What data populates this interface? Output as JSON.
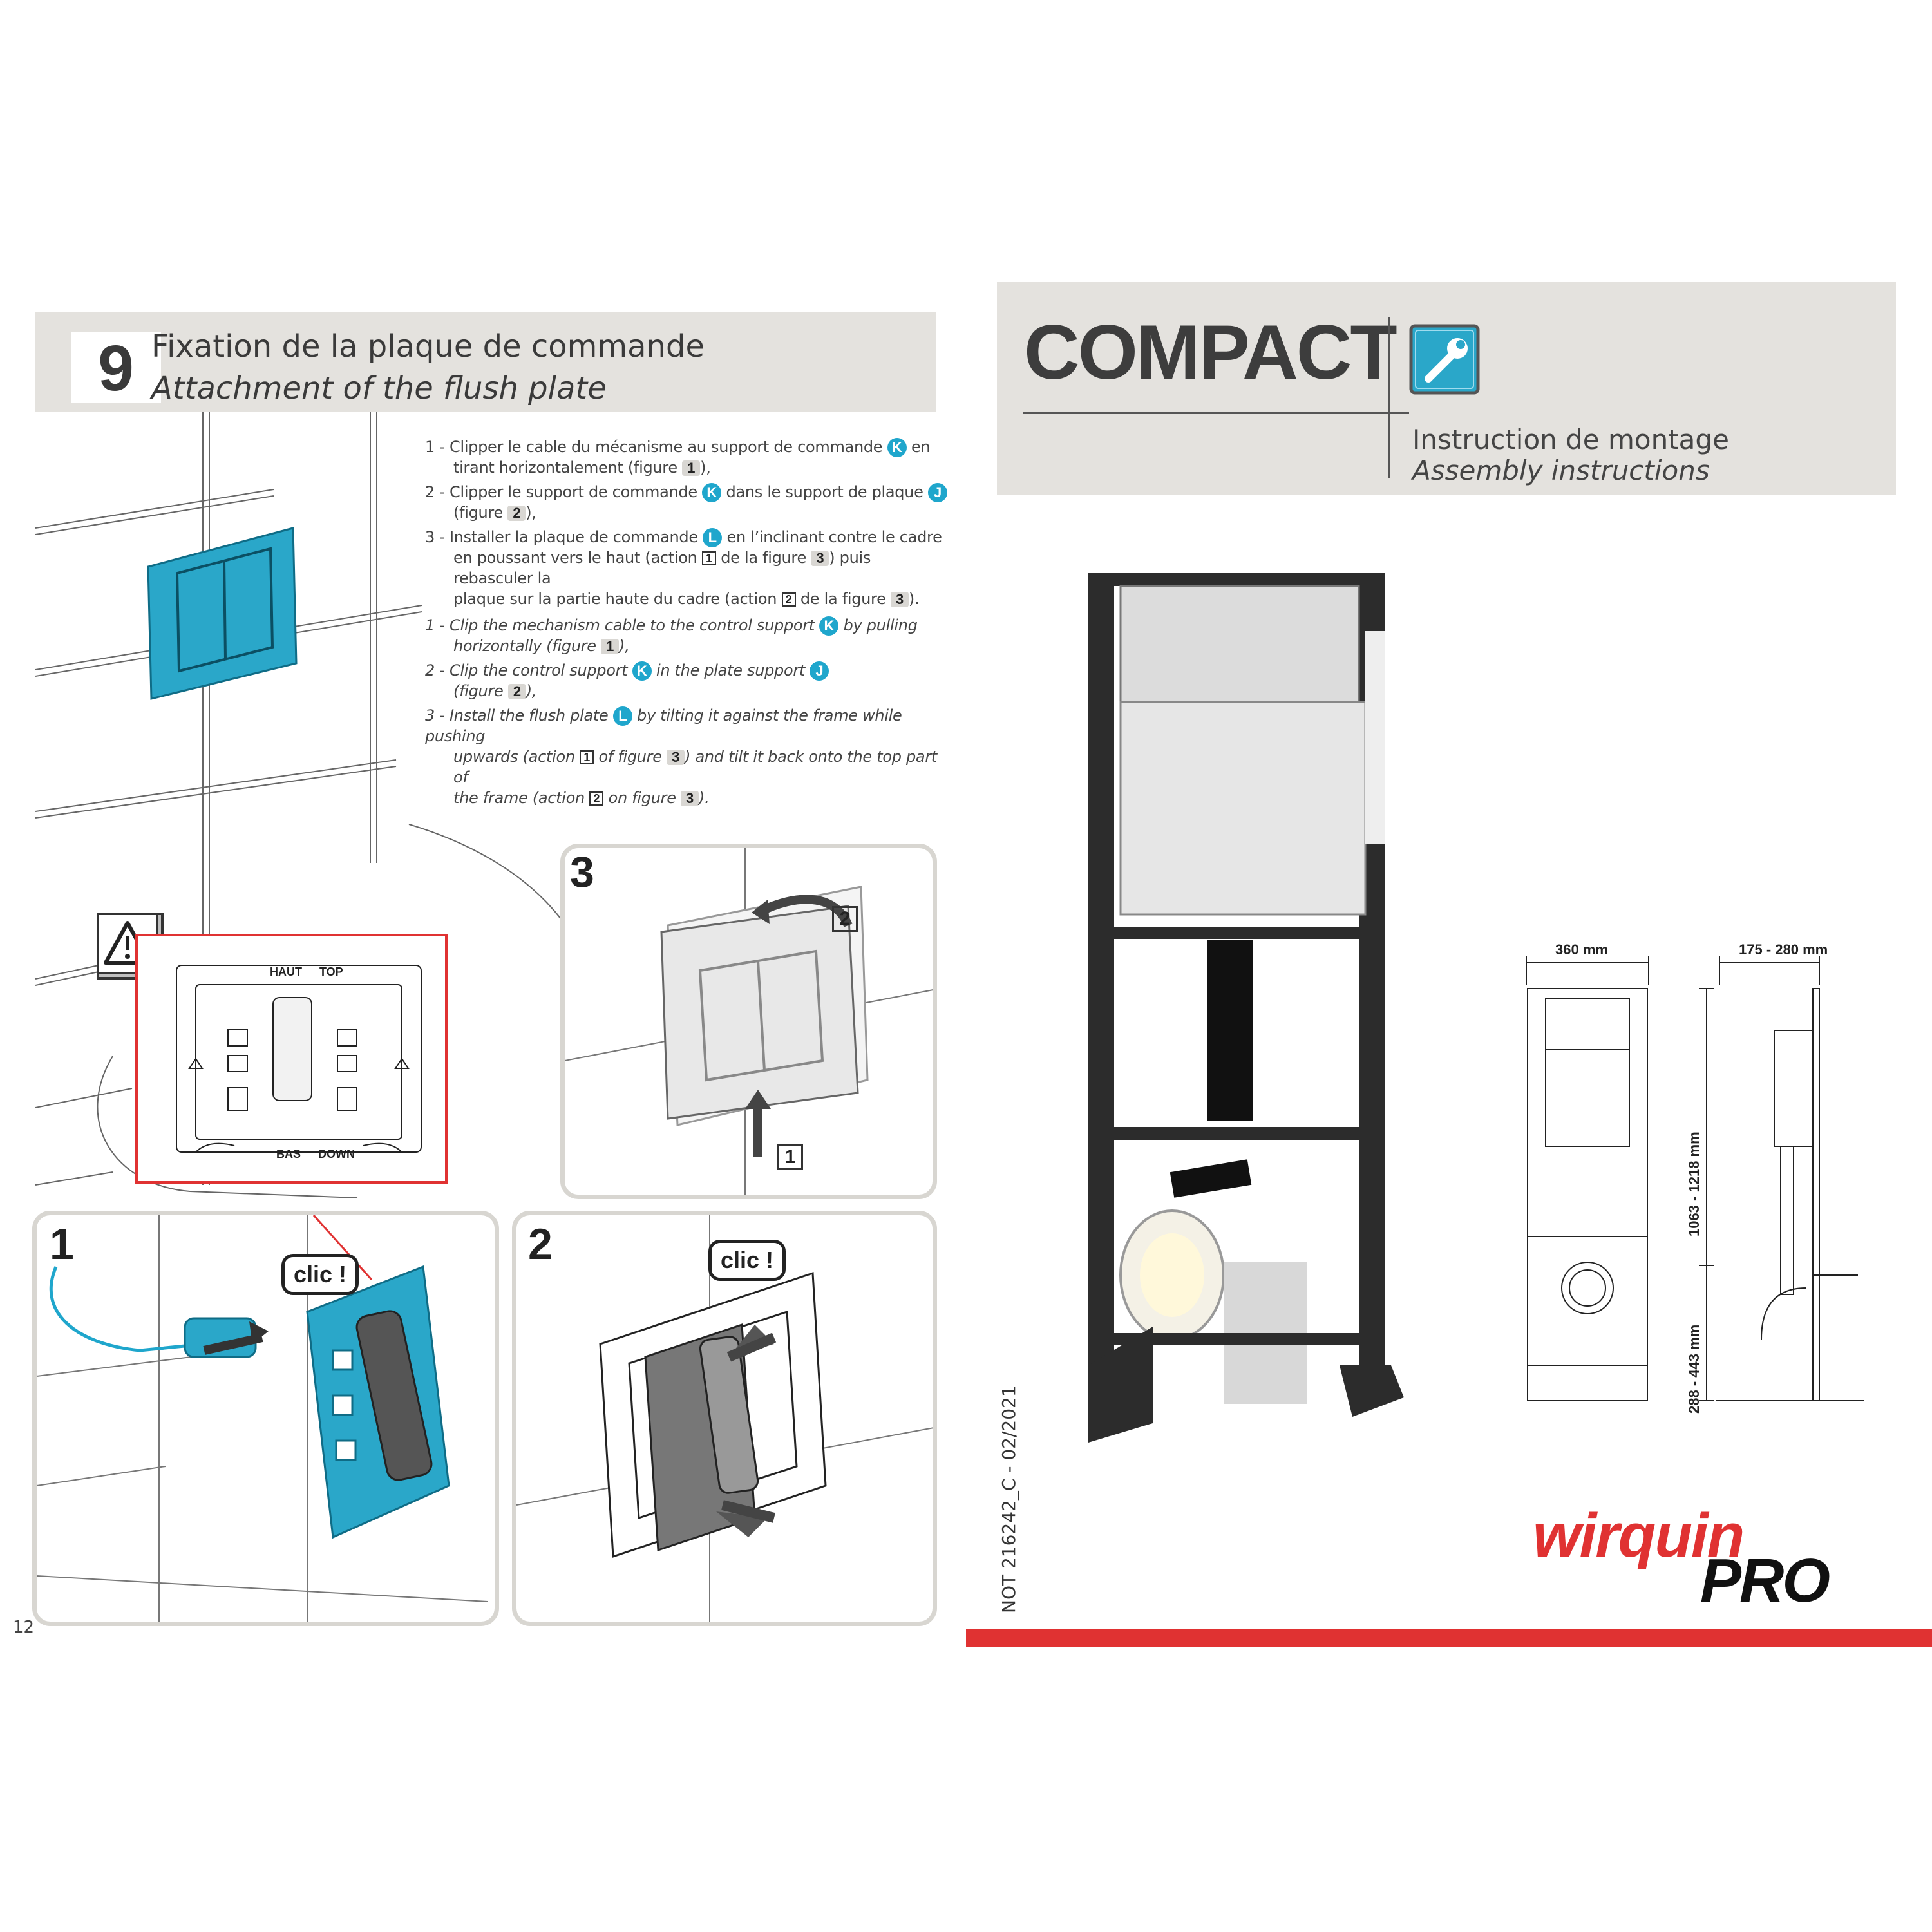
{
  "step": {
    "number": "9",
    "title_fr": "Fixation de la plaque de commande",
    "title_en": "Attachment of the flush plate"
  },
  "instructions_fr": {
    "i1a": "1 - Clipper le cable du mécanisme au support de commande",
    "i1b": "en",
    "i1c": "tirant horizontalement (figure",
    "i1d": "),",
    "i2a": "2 - Clipper le support de commande",
    "i2b": "dans le support de plaque",
    "i2c": "(figure",
    "i2d": "),",
    "i3a": "3 - Installer la plaque de commande",
    "i3b": "en l’inclinant contre le cadre",
    "i3c": "en poussant vers le haut (action",
    "i3d": "de la figure",
    "i3e": ") puis rebasculer la",
    "i3f": "plaque sur la partie haute du cadre  (action",
    "i3g": "de la figure",
    "i3h": ")."
  },
  "instructions_en": {
    "i1a": "1 - Clip the mechanism cable to the control support",
    "i1b": "by pulling",
    "i1c": "horizontally (figure",
    "i1d": "),",
    "i2a": "2 - Clip the control support",
    "i2b": "in the plate support",
    "i2c": "(figure",
    "i2d": "),",
    "i3a": "3 - Install the flush plate",
    "i3b": "by tilting it against the frame while pushing",
    "i3c": "upwards (action",
    "i3d": "of figure",
    "i3e": ") and tilt it back onto the top part of",
    "i3f": "the frame (action",
    "i3g": "on figure",
    "i3h": ")."
  },
  "markers": {
    "k": "K",
    "j": "J",
    "l": "L",
    "one": "1",
    "two": "2",
    "three": "3"
  },
  "panels": {
    "p1_number": "1",
    "p2_number": "2",
    "p3_number": "3",
    "clic": "clic !",
    "action1": "1",
    "action2": "2",
    "detail_labels": {
      "haut": "HAUT",
      "top": "TOP",
      "bas": "BAS",
      "down": "DOWN"
    }
  },
  "cover": {
    "title": "COMPACT",
    "subtitle_fr": "Instruction de montage",
    "subtitle_en": "Assembly instructions"
  },
  "dimensions": {
    "width": "360 mm",
    "depth": "175 - 280 mm",
    "height": "1063 - 1218 mm",
    "bowl_height": "288 - 443 mm"
  },
  "brand": {
    "name": "wirquin",
    "sub": "PRO"
  },
  "doc_ref": "NOT 216242_C - 02/2021",
  "page_number": "12",
  "colors": {
    "accent_blue": "#1fa6cc",
    "brand_red": "#e03232",
    "band_grey": "#e4e2de"
  }
}
